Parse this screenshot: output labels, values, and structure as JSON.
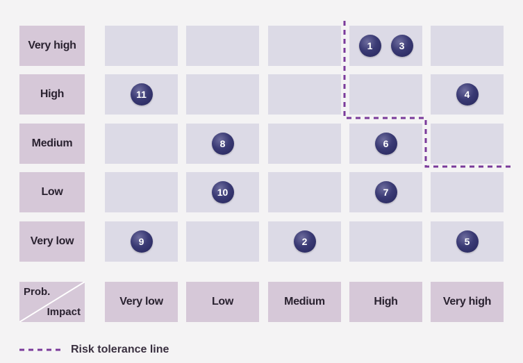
{
  "rows": [
    "Very high",
    "High",
    "Medium",
    "Low",
    "Very low"
  ],
  "columns": [
    "Very low",
    "Low",
    "Medium",
    "High",
    "Very high"
  ],
  "corner": {
    "top": "Prob.",
    "bottom": "Impact"
  },
  "risks": [
    {
      "id": "1",
      "probability": "Very high",
      "impact": "High"
    },
    {
      "id": "3",
      "probability": "Very high",
      "impact": "High"
    },
    {
      "id": "11",
      "probability": "High",
      "impact": "Very low"
    },
    {
      "id": "4",
      "probability": "High",
      "impact": "Very high"
    },
    {
      "id": "8",
      "probability": "Medium",
      "impact": "Low"
    },
    {
      "id": "6",
      "probability": "Medium",
      "impact": "High"
    },
    {
      "id": "10",
      "probability": "Low",
      "impact": "Low"
    },
    {
      "id": "7",
      "probability": "Low",
      "impact": "High"
    },
    {
      "id": "9",
      "probability": "Very low",
      "impact": "Very low"
    },
    {
      "id": "2",
      "probability": "Very low",
      "impact": "Medium"
    },
    {
      "id": "5",
      "probability": "Very low",
      "impact": "Very high"
    }
  ],
  "legend": {
    "label": "Risk tolerance line"
  },
  "colors": {
    "label_bg": "#d6c8d8",
    "cell_bg": "#dcdae6",
    "marker": "#34346e",
    "tolerance_line": "#7a3a9a"
  }
}
